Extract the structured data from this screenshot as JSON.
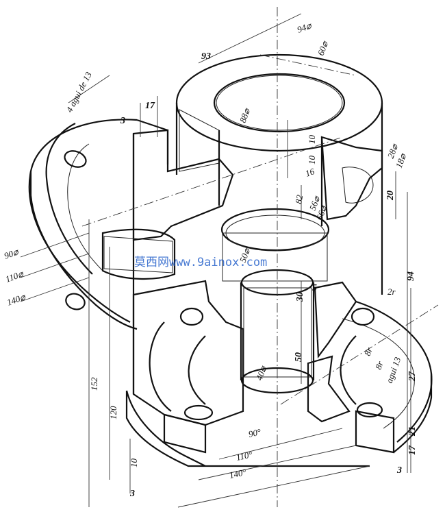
{
  "drawing": {
    "labels": {
      "d94": "94⌀",
      "d60": "60⌀",
      "l93": "93",
      "holes": "4 agui de 13",
      "l17": "17",
      "l3a": "3",
      "d88": "88⌀",
      "l10a": "10",
      "l10b": "10",
      "l16": "16",
      "d28": "28⌀",
      "d18": "18⌀",
      "l20": "20",
      "l82": "82",
      "d56": "56⌀",
      "d66": "66⌀",
      "d90": "90⌀",
      "d110": "110⌀",
      "d140": "140⌀",
      "d50": "50⌀",
      "l30": "30",
      "l5": "5",
      "l94": "94",
      "d40": "40⌀",
      "l50": "50",
      "r2": "2r",
      "r8a": "8r",
      "r8b": "8r",
      "holes2": "agui 13",
      "l27": "27",
      "l21": "21",
      "l17b": "17",
      "l3b": "3",
      "l152": "152",
      "l120": "120",
      "l10c": "10",
      "l3c": "3",
      "b90": "90°",
      "b110": "110°",
      "b140": "140°"
    },
    "watermark": "莫西网www.9ainox.com"
  }
}
